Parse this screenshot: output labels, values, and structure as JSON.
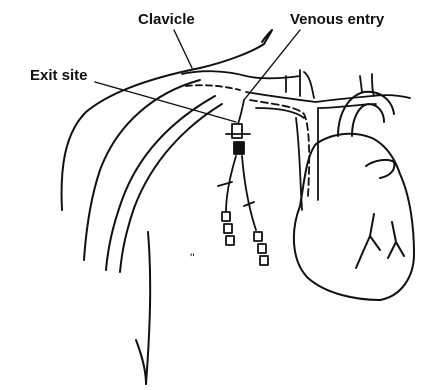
{
  "labels": {
    "clavicle": "Clavicle",
    "venous_entry": "Venous entry",
    "exit_site": "Exit site"
  },
  "colors": {
    "ink": "#111111",
    "background": "#ffffff"
  }
}
